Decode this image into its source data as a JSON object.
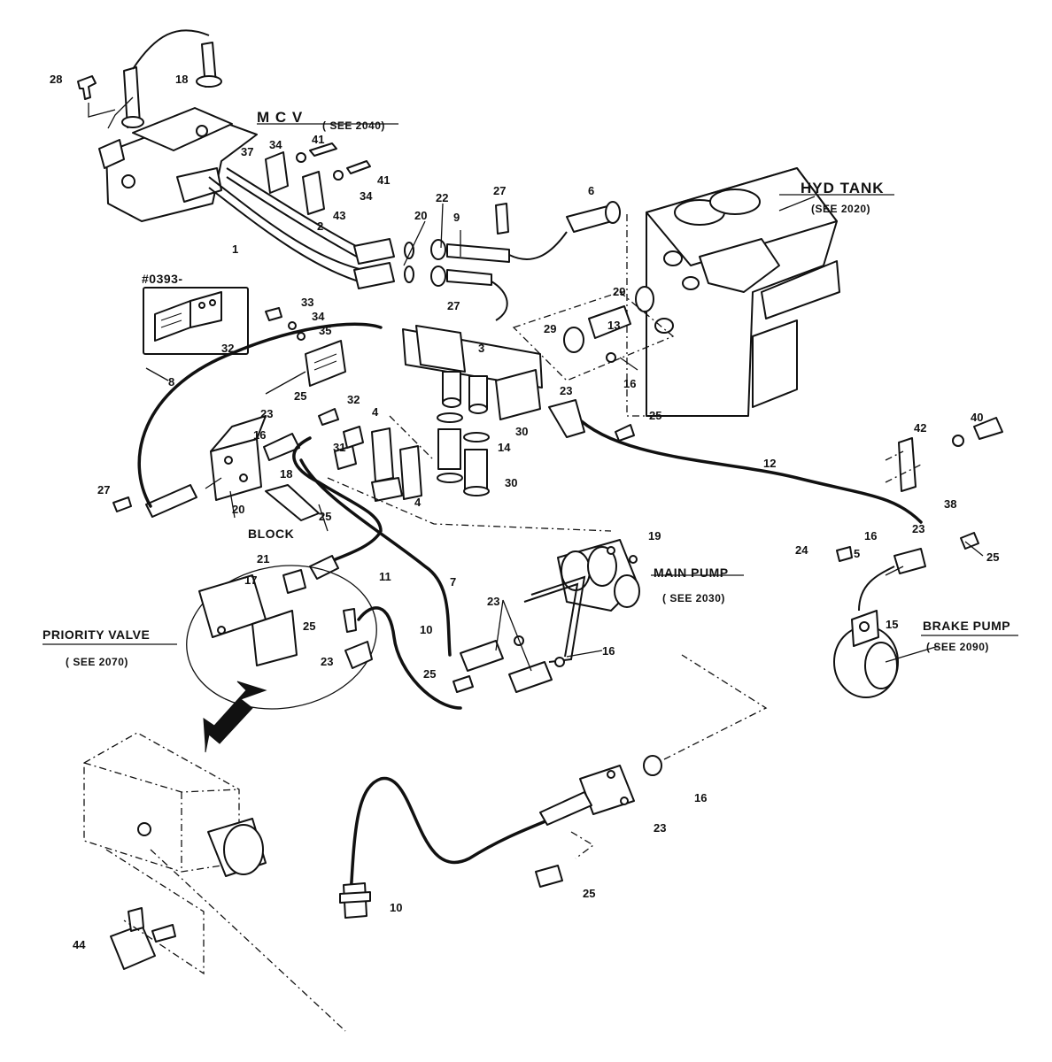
{
  "labels": {
    "mcv": "M C V",
    "mcv_ref": "( SEE 2040)",
    "hyd_tank": "HYD TANK",
    "hyd_tank_ref": "(SEE 2020)",
    "inset_code": "#0393-",
    "block": "BLOCK",
    "priority_valve": "PRIORITY VALVE",
    "priority_valve_ref": "( SEE 2070)",
    "main_pump": "MAIN PUMP",
    "main_pump_ref": "( SEE 2030)",
    "brake_pump": "BRAKE PUMP",
    "brake_pump_ref": "( SEE 2090)"
  },
  "callouts": {
    "n28": "28",
    "n18a": "18",
    "n37": "37",
    "n34a": "34",
    "n41a": "41",
    "n41b": "41",
    "n34b": "34",
    "n43": "43",
    "n22": "22",
    "n27a": "27",
    "n6": "6",
    "n20a": "20",
    "n9": "9",
    "n2": "2",
    "n1": "1",
    "n27b": "27",
    "n29a": "29",
    "n13": "13",
    "n29b": "29",
    "n33": "33",
    "n34c": "34",
    "n35": "35",
    "n32a": "32",
    "n3": "3",
    "n16a": "16",
    "n8": "8",
    "n32b": "32",
    "n25a": "25",
    "n23a": "23",
    "n16b": "16",
    "n4a": "4",
    "n30a": "30",
    "n31": "31",
    "n14": "14",
    "n23b": "23",
    "n25b": "25",
    "n18b": "18",
    "n4b": "4",
    "n30b": "30",
    "n27c": "27",
    "n20b": "20",
    "n25c": "25",
    "n12": "12",
    "n42": "42",
    "n40": "40",
    "n38": "38",
    "n11": "11",
    "n21": "21",
    "n17": "17",
    "n7": "7",
    "n19": "19",
    "n24": "24",
    "n16c": "16",
    "n23c": "23",
    "n5": "5",
    "n25d": "25",
    "n15": "15",
    "n25e": "25",
    "n10a": "10",
    "n23d": "23",
    "n16d": "16",
    "n23e": "23",
    "n25f": "25",
    "n16e": "16",
    "n23f": "23",
    "n25g": "25",
    "n10b": "10",
    "n44": "44"
  }
}
